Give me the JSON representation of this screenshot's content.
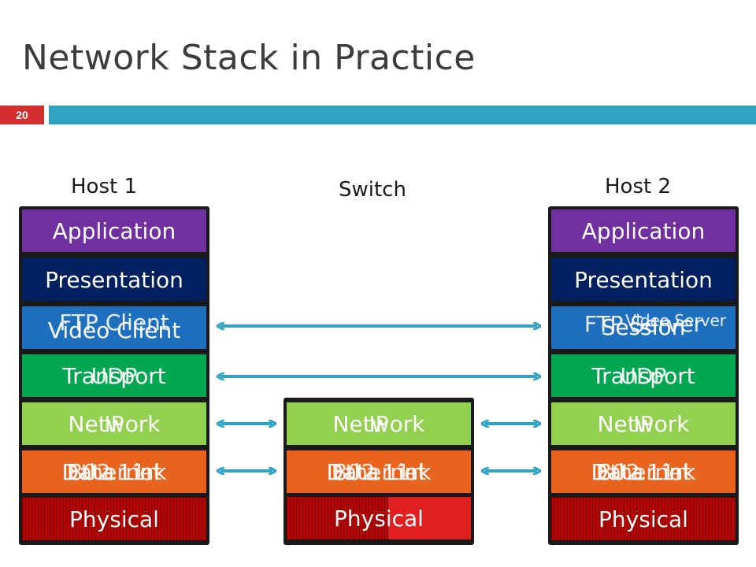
{
  "slide": {
    "title": "Network Stack in Practice",
    "page_number": "20"
  },
  "labels": {
    "host1": "Host 1",
    "switch": "Switch",
    "host2": "Host 2"
  },
  "host1": {
    "application": "Application",
    "presentation": "Presentation",
    "session_under": "Video Client",
    "session_over": "FTP Client",
    "transport_under": "Transport",
    "transport_over": "UDP",
    "network_under": "Network",
    "network_over": "IP",
    "link_under": "Data Link",
    "link_mid": "Ethernet",
    "link_over": "802.11n",
    "physical": "Physical"
  },
  "switch": {
    "network_under": "Network",
    "network_over": "IP",
    "link_under": "Data Link",
    "link_mid": "Ethernet",
    "link_over": "802.11n",
    "physical": "Physical"
  },
  "host2": {
    "application": "Application",
    "presentation": "Presentation",
    "session_under": "Session",
    "session_mid": "Video Server",
    "session_over": "FTP Server",
    "transport_under": "Transport",
    "transport_over": "UDP",
    "network_under": "Network",
    "network_over": "IP",
    "link_under": "Data Link",
    "link_mid": "Ethernet",
    "link_over": "802.11n",
    "physical": "Physical"
  },
  "colors": {
    "application": "#7030a0",
    "presentation": "#002060",
    "session": "#1f6fbf",
    "transport": "#00a650",
    "network": "#92d050",
    "link": "#e8641e",
    "physical": "#c00000",
    "arrow": "#2fa3c3",
    "accent_bar": "#2fa3c3",
    "page_badge": "#d32f2f"
  }
}
